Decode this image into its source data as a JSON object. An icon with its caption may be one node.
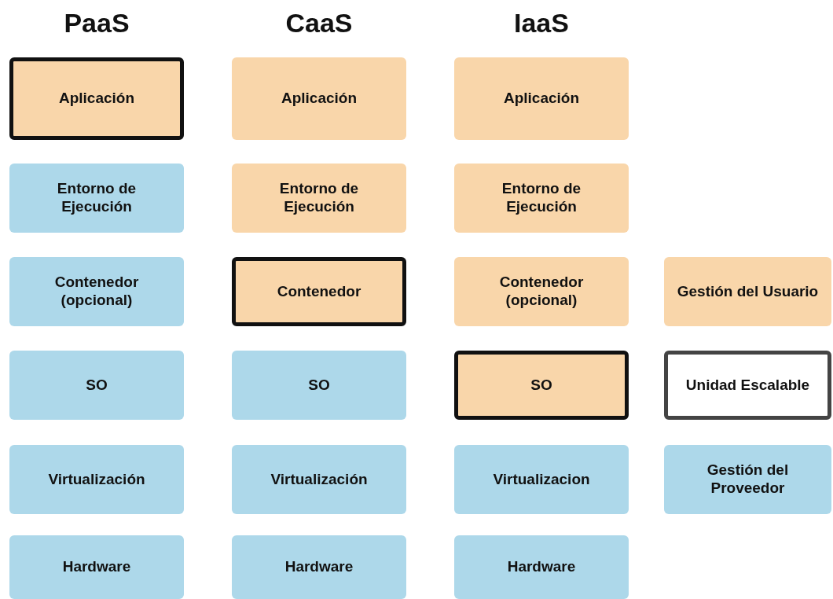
{
  "diagram": {
    "nodes": [
      {
        "text": [
          "Aplicación"
        ]
      },
      {
        "text": [
          "Entorno de Ejecución"
        ]
      },
      {
        "text": [
          "Contenedor (opcional)"
        ]
      },
      {
        "text": [
          "SO"
        ]
      },
      {
        "text": [
          "Virtualización"
        ]
      },
      {
        "text": [
          "Hardware"
        ]
      },
      {
        "text": [
          "Aplicación"
        ]
      },
      {
        "text": [
          "Entorno de Ejecución"
        ]
      },
      {
        "text": [
          "Contenedor"
        ]
      },
      {
        "text": [
          "SO"
        ]
      },
      {
        "text": [
          "Virtualización"
        ]
      },
      {
        "text": [
          "Hardware"
        ]
      },
      {
        "text": [
          "Aplicación"
        ]
      },
      {
        "text": [
          "Entorno de Ejecución"
        ]
      },
      {
        "text": [
          "Contenedor (opcional)"
        ]
      },
      {
        "text": [
          "SO"
        ]
      },
      {
        "text": [
          "Virtualizacion"
        ]
      },
      {
        "text": [
          "Hardware"
        ]
      },
      {
        "text": [
          "Gestión del Usuario"
        ]
      },
      {
        "text": [
          "Unidad Escalable"
        ]
      },
      {
        "text": [
          "Gestión del Proveedor"
        ]
      }
    ],
    "labels": [
      "PaaS",
      "CaaS",
      "IaaS"
    ]
  }
}
